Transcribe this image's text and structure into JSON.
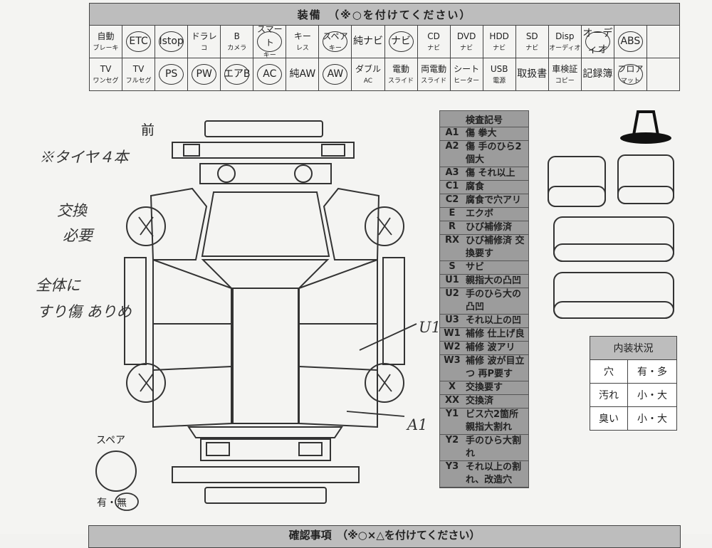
{
  "equipment": {
    "title": "装備　（※○を付けてください）",
    "row1": [
      {
        "main": "自動",
        "sub": "ブレーキ",
        "circled": false
      },
      {
        "main": "ETC",
        "sub": "",
        "circled": true
      },
      {
        "main": "Istop",
        "sub": "",
        "circled": true
      },
      {
        "main": "ドラレ",
        "sub": "コ",
        "circled": false
      },
      {
        "main": "B",
        "sub": "カメラ",
        "circled": false
      },
      {
        "main": "スマート",
        "sub": "キー",
        "circled": true
      },
      {
        "main": "キー",
        "sub": "レス",
        "circled": false
      },
      {
        "main": "スペア",
        "sub": "キー",
        "circled": true
      },
      {
        "main": "純ナビ",
        "sub": "",
        "circled": false
      },
      {
        "main": "ナビ",
        "sub": "",
        "circled": true
      },
      {
        "main": "CD",
        "sub": "ナビ",
        "circled": false
      },
      {
        "main": "DVD",
        "sub": "ナビ",
        "circled": false
      },
      {
        "main": "HDD",
        "sub": "ナビ",
        "circled": false
      },
      {
        "main": "SD",
        "sub": "ナビ",
        "circled": false
      },
      {
        "main": "Disp",
        "sub": "オーディオ",
        "circled": false
      },
      {
        "main": "オーディオ",
        "sub": "",
        "circled": true
      },
      {
        "main": "ABS",
        "sub": "",
        "circled": true
      },
      {
        "main": "",
        "sub": "",
        "circled": false
      }
    ],
    "row2": [
      {
        "main": "TV",
        "sub": "ワンセグ",
        "circled": false
      },
      {
        "main": "TV",
        "sub": "フルセグ",
        "circled": false
      },
      {
        "main": "PS",
        "sub": "",
        "circled": true
      },
      {
        "main": "PW",
        "sub": "",
        "circled": true
      },
      {
        "main": "エアB",
        "sub": "",
        "circled": true
      },
      {
        "main": "AC",
        "sub": "",
        "circled": true
      },
      {
        "main": "純AW",
        "sub": "",
        "circled": false
      },
      {
        "main": "AW",
        "sub": "",
        "circled": true
      },
      {
        "main": "ダブル",
        "sub": "AC",
        "circled": false
      },
      {
        "main": "電動",
        "sub": "スライド",
        "circled": false
      },
      {
        "main": "両電動",
        "sub": "スライド",
        "circled": false
      },
      {
        "main": "シート",
        "sub": "ヒーター",
        "circled": false
      },
      {
        "main": "USB",
        "sub": "電源",
        "circled": false
      },
      {
        "main": "取扱書",
        "sub": "",
        "circled": false
      },
      {
        "main": "車検証",
        "sub": "コピー",
        "circled": false
      },
      {
        "main": "記録簿",
        "sub": "",
        "circled": false
      },
      {
        "main": "フロア",
        "sub": "マット",
        "circled": true
      },
      {
        "main": "",
        "sub": "",
        "circled": false
      }
    ]
  },
  "front_label": "前",
  "handwritten": {
    "note1": "※タイヤ４本",
    "note2": "交換",
    "note3": "必要",
    "note4": "全体に",
    "note5": "すり傷 ありめ",
    "mark_u1": "U1",
    "mark_a1": "A1"
  },
  "legend": {
    "title": "検査記号",
    "rows": [
      {
        "code": "A1",
        "desc": "傷 拳大"
      },
      {
        "code": "A2",
        "desc": "傷 手のひら2個大"
      },
      {
        "code": "A3",
        "desc": "傷 それ以上"
      },
      {
        "code": "C1",
        "desc": "腐食"
      },
      {
        "code": "C2",
        "desc": "腐食で穴アリ"
      },
      {
        "code": "E",
        "desc": "エクボ"
      },
      {
        "code": "R",
        "desc": "ひび補修済"
      },
      {
        "code": "RX",
        "desc": "ひび補修済 交換要す"
      },
      {
        "code": "S",
        "desc": "サビ"
      },
      {
        "code": "U1",
        "desc": "親指大の凸凹"
      },
      {
        "code": "U2",
        "desc": "手のひら大の凸凹"
      },
      {
        "code": "U3",
        "desc": "それ以上の凹"
      },
      {
        "code": "W1",
        "desc": "補修 仕上げ良"
      },
      {
        "code": "W2",
        "desc": "補修 波アリ"
      },
      {
        "code": "W3",
        "desc": "補修 波が目立つ 再P要す"
      },
      {
        "code": "X",
        "desc": "交換要す"
      },
      {
        "code": "XX",
        "desc": "交換済"
      },
      {
        "code": "Y1",
        "desc": "ビス穴2箇所 親指大割れ"
      },
      {
        "code": "Y2",
        "desc": "手のひら大割れ"
      },
      {
        "code": "Y3",
        "desc": "それ以上の割れ、改造穴"
      }
    ]
  },
  "interior": {
    "title": "内装状況",
    "rows": [
      {
        "key": "穴",
        "value": "有・多"
      },
      {
        "key": "汚れ",
        "value": "小・大"
      },
      {
        "key": "臭い",
        "value": "小・大"
      }
    ]
  },
  "spare": {
    "label": "スペア",
    "options": "有・無"
  },
  "bottom_title": "確認事項　（※○×△を付けてください）"
}
